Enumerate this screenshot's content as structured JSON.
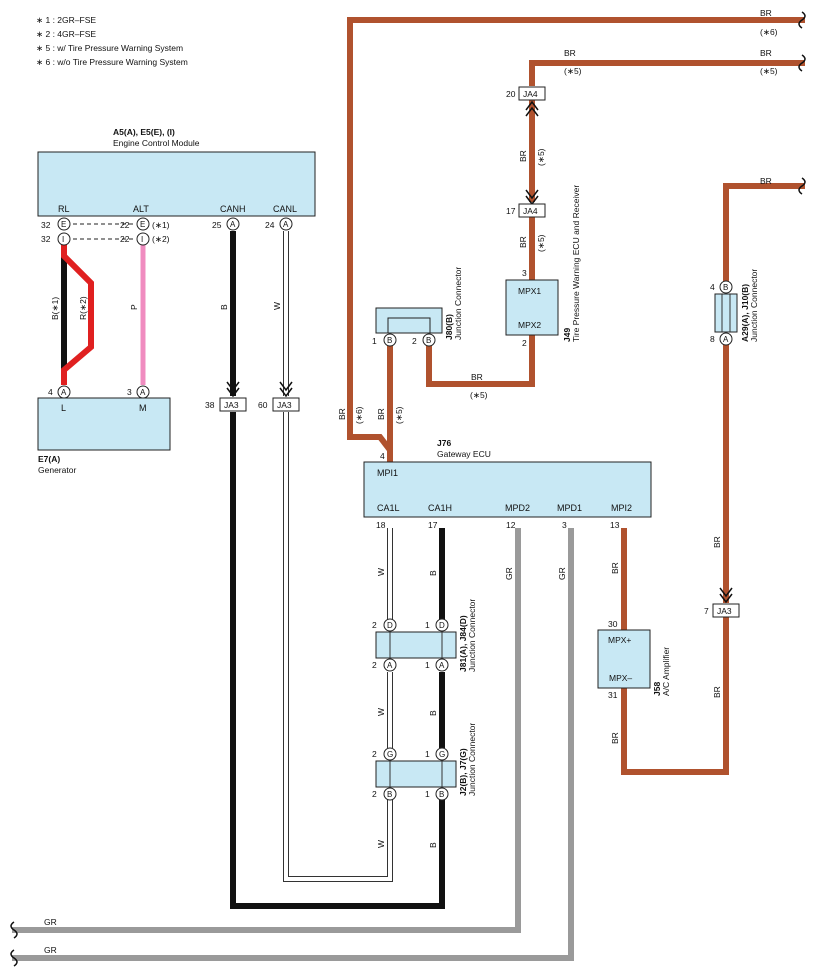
{
  "notes": [
    "∗ 1 : 2GR–FSE",
    "∗ 2 : 4GR–FSE",
    "∗ 5 : w/ Tire Pressure Warning System",
    "∗ 6 : w/o Tire Pressure Warning System"
  ],
  "ecm": {
    "code": "A5(A), E5(E), (I)",
    "name": "Engine Control Module",
    "pin_labels": [
      "RL",
      "ALT",
      "CANH",
      "CANL"
    ]
  },
  "ecm_pins": {
    "rl_e": "32",
    "rl_e_letter": "E",
    "rl_i": "32",
    "rl_i_letter": "I",
    "alt_e": "22",
    "alt_e_letter": "E",
    "alt_i": "22",
    "alt_i_letter": "I",
    "alt_e_note": "(∗1)",
    "alt_i_note": "(∗2)",
    "canh": "25",
    "canh_letter": "A",
    "canl": "24",
    "canl_letter": "A"
  },
  "generator": {
    "code": "E7(A)",
    "name": "Generator",
    "pin_l": "L",
    "pin_m": "M",
    "pin_l_no": "4",
    "pin_m_no": "3",
    "letter": "A"
  },
  "wires": {
    "b1": "B(∗1)",
    "r2": "R(∗2)",
    "p": "P",
    "b": "B",
    "w": "W",
    "br": "BR",
    "gr": "GR"
  },
  "ja3": "JA3",
  "ja3_canh_no": "38",
  "ja3_canl_no": "60",
  "ja4": "JA4",
  "ja4_top_no": "20",
  "ja4_bot_no": "17",
  "star5": "(∗5)",
  "star6": "(∗6)",
  "j80": {
    "code": "J80(B)",
    "name": "Junction Connector",
    "pin1": "1",
    "pin2": "2",
    "letter": "B"
  },
  "j49": {
    "code": "J49",
    "name": "Tire Pressure Warning ECU and Receiver",
    "mpx1": "MPX1",
    "mpx2": "MPX2",
    "pin3": "3",
    "pin2": "2"
  },
  "j76": {
    "code": "J76",
    "name": "Gateway ECU",
    "mpi1": "MPI1",
    "mpi1_no": "4",
    "pins": [
      "CA1L",
      "CA1H",
      "MPD2",
      "MPD1",
      "MPI2"
    ],
    "pin_nos": [
      "18",
      "17",
      "12",
      "3",
      "13"
    ]
  },
  "j81": {
    "code": "J81(A), J84(D)",
    "name": "Junction Connector",
    "top_no": "2",
    "top_no_r": "1",
    "top_letter": "D",
    "bot_no": "2",
    "bot_no_r": "1",
    "bot_letter": "A"
  },
  "j2": {
    "code": "J2(B), J7(G)",
    "name": "Junction Connector",
    "top_no": "2",
    "top_no_r": "1",
    "top_letter": "G",
    "bot_no": "2",
    "bot_no_r": "1",
    "bot_letter": "B"
  },
  "j58": {
    "code": "J58",
    "name": "A/C Amplifier",
    "mpxp": "MPX+",
    "mpxm": "MPX–",
    "pin30": "30",
    "pin31": "31"
  },
  "a29": {
    "code": "A29(A), J10(B)",
    "name": "Junction Connector",
    "pin4": "4",
    "pin8": "8",
    "letter_b": "B",
    "letter_a": "A"
  },
  "ja3_br_no": "7",
  "colors": {
    "br": "#b0522e",
    "black": "#111111",
    "red": "#e02020",
    "pink": "#f08cc0",
    "white_wire": "#ffffff",
    "gray": "#9a9a9a",
    "box": "#c8e8f4"
  }
}
